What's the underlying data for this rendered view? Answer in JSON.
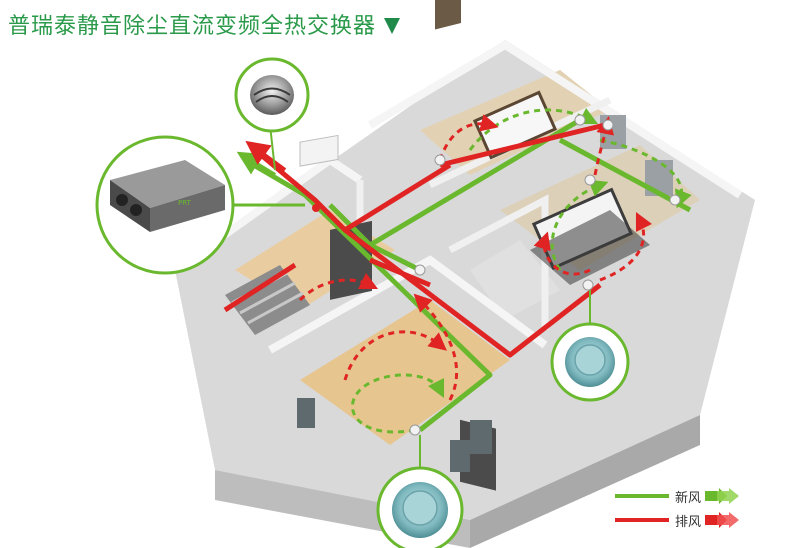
{
  "title": "普瑞泰静音除尘直流变频全热交换器",
  "legend": {
    "fresh_air": "新风",
    "exhaust_air": "排风"
  },
  "colors": {
    "fresh_air": "#6ab82e",
    "exhaust_air": "#e02424",
    "title": "#2a9a4a"
  },
  "device_badge": "PRT"
}
